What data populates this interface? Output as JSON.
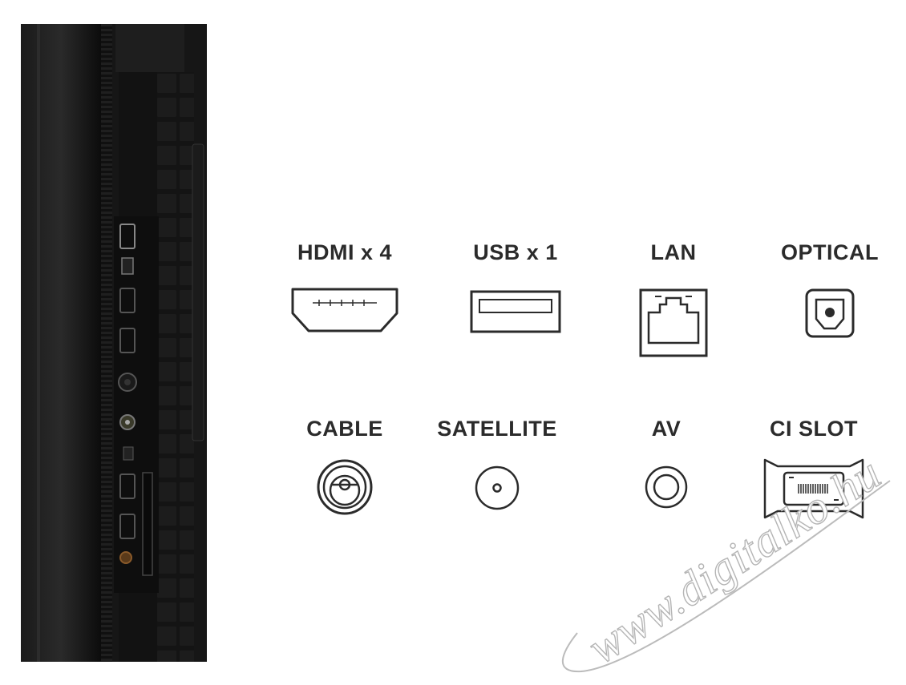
{
  "connectors": [
    {
      "label": "HDMI x 4",
      "icon": "hdmi-port-icon"
    },
    {
      "label": "USB x 1",
      "icon": "usb-port-icon"
    },
    {
      "label": "LAN",
      "icon": "lan-port-icon"
    },
    {
      "label": "OPTICAL",
      "icon": "optical-port-icon"
    },
    {
      "label": "CABLE",
      "icon": "cable-port-icon"
    },
    {
      "label": "SATELLITE",
      "icon": "satellite-port-icon"
    },
    {
      "label": "AV",
      "icon": "av-port-icon"
    },
    {
      "label": "CI SLOT",
      "icon": "ci-slot-icon"
    }
  ],
  "watermark": {
    "text": "www.digitalko.hu"
  },
  "colors": {
    "label": "#2b2b2b",
    "icon_stroke": "#2b2b2b",
    "tv_body": "#121212"
  }
}
